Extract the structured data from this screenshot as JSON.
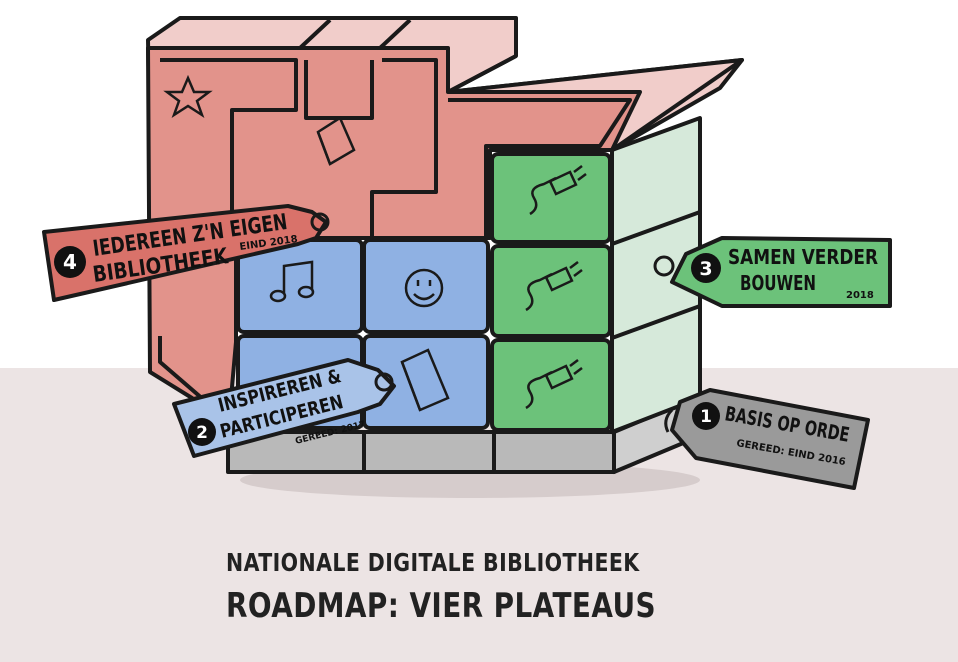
{
  "caption": {
    "line1": "NATIONALE DIGITALE BIBLIOTHEEK",
    "line2": "ROADMAP: VIER PLATEAUS"
  },
  "plateaus": [
    {
      "number": "1",
      "title_line1": "BASIS OP ORDE",
      "title_line2": "",
      "date": "GEREED: EIND 2016",
      "color": "#9a9a9a"
    },
    {
      "number": "2",
      "title_line1": "INSPIREREN &",
      "title_line2": "PARTICIPEREN",
      "date": "GEREED: 2017",
      "color": "#a9c3e8"
    },
    {
      "number": "3",
      "title_line1": "SAMEN VERDER",
      "title_line2": "BOUWEN",
      "date": "2018",
      "color": "#6cc27a"
    },
    {
      "number": "4",
      "title_line1": "IEDEREEN Z'N EIGEN",
      "title_line2": "BIBLIOTHEEK",
      "date": "EIND 2018",
      "color": "#d9726a"
    }
  ],
  "colors": {
    "red_block": "#e2938b",
    "red_top": "#f1cdca",
    "blue_block": "#8fb1e3",
    "green_block": "#6cc27a",
    "green_side": "#d6e9da",
    "grey_base": "#b9b9b9",
    "floor": "#ece4e4"
  },
  "icons": [
    "star-icon",
    "book-icon",
    "music-note-icon",
    "smiley-icon",
    "book-icon",
    "plug-icon",
    "plug-icon",
    "plug-icon"
  ]
}
